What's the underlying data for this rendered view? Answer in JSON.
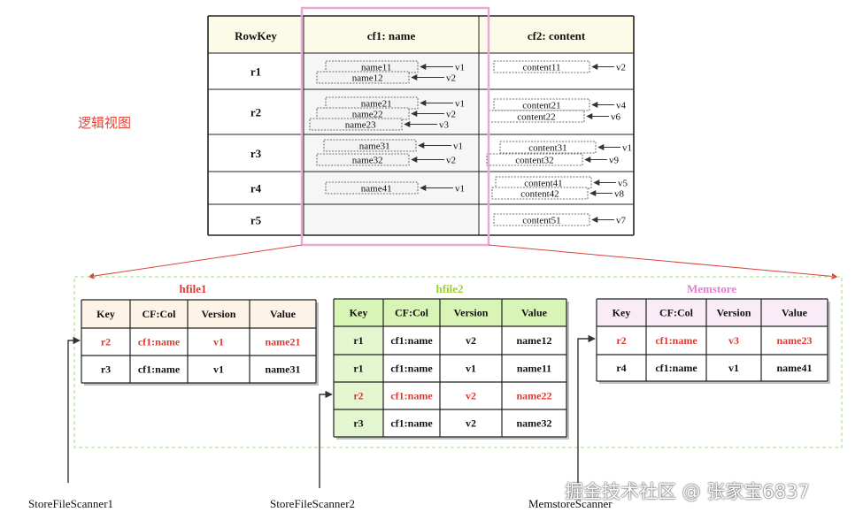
{
  "logical_view_label": "逻辑视图",
  "logical_table": {
    "headers": [
      "RowKey",
      "cf1: name",
      "cf2: content"
    ],
    "rows": [
      {
        "rowkey": "r1",
        "cf1": [
          {
            "value": "name11",
            "version": "v1"
          },
          {
            "value": "name12",
            "version": "v2"
          }
        ],
        "cf2": [
          {
            "value": "content11",
            "version": "v2"
          }
        ]
      },
      {
        "rowkey": "r2",
        "cf1": [
          {
            "value": "name21",
            "version": "v1"
          },
          {
            "value": "name22",
            "version": "v2"
          },
          {
            "value": "name23",
            "version": "v3"
          }
        ],
        "cf2": [
          {
            "value": "content21",
            "version": "v4"
          },
          {
            "value": "content22",
            "version": "v6"
          }
        ]
      },
      {
        "rowkey": "r3",
        "cf1": [
          {
            "value": "name31",
            "version": "v1"
          },
          {
            "value": "name32",
            "version": "v2"
          }
        ],
        "cf2": [
          {
            "value": "content31",
            "version": "v1"
          },
          {
            "value": "content32",
            "version": "v9"
          }
        ]
      },
      {
        "rowkey": "r4",
        "cf1": [
          {
            "value": "name41",
            "version": "v1"
          }
        ],
        "cf2": [
          {
            "value": "content41",
            "version": "v5"
          },
          {
            "value": "content42",
            "version": "v8"
          }
        ]
      },
      {
        "rowkey": "r5",
        "cf1": [],
        "cf2": [
          {
            "value": "content51",
            "version": "v7"
          }
        ]
      }
    ]
  },
  "store_tables": [
    {
      "title": "hfile1",
      "title_color": "#d93a34",
      "header_color": "#fdf3e6",
      "headers": [
        "Key",
        "CF:Col",
        "Version",
        "Value"
      ],
      "rows": [
        {
          "key": "r2",
          "cfcol": "cf1:name",
          "version": "v1",
          "value": "name21",
          "highlight": true
        },
        {
          "key": "r3",
          "cfcol": "cf1:name",
          "version": "v1",
          "value": "name31",
          "highlight": false
        }
      ],
      "scanner": "StoreFileScanner1"
    },
    {
      "title": "hfile2",
      "title_color": "#9ad12a",
      "header_color": "#d9f5b5",
      "headers": [
        "Key",
        "CF:Col",
        "Version",
        "Value"
      ],
      "rows": [
        {
          "key": "r1",
          "cfcol": "cf1:name",
          "version": "v2",
          "value": "name12",
          "highlight": false
        },
        {
          "key": "r1",
          "cfcol": "cf1:name",
          "version": "v1",
          "value": "name11",
          "highlight": false
        },
        {
          "key": "r2",
          "cfcol": "cf1:name",
          "version": "v2",
          "value": "name22",
          "highlight": true
        },
        {
          "key": "r3",
          "cfcol": "cf1:name",
          "version": "v2",
          "value": "name32",
          "highlight": false
        }
      ],
      "scanner": "StoreFileScanner2"
    },
    {
      "title": "Memstore",
      "title_color": "#e77bd0",
      "header_color": "#f9ecf7",
      "headers": [
        "Key",
        "CF:Col",
        "Version",
        "Value"
      ],
      "rows": [
        {
          "key": "r2",
          "cfcol": "cf1:name",
          "version": "v3",
          "value": "name23",
          "highlight": true
        },
        {
          "key": "r4",
          "cfcol": "cf1:name",
          "version": "v1",
          "value": "name41",
          "highlight": false
        }
      ],
      "scanner": "MemstoreScanner"
    }
  ],
  "watermark": "掘金技术社区 @ 张家宝6837",
  "colors": {
    "highlight_red": "#d93a34",
    "column_highlight": "#e8a9d6",
    "header_bg": "#fcfbe8",
    "region_border": "#9be07a",
    "arrow_red": "#d8453f"
  }
}
